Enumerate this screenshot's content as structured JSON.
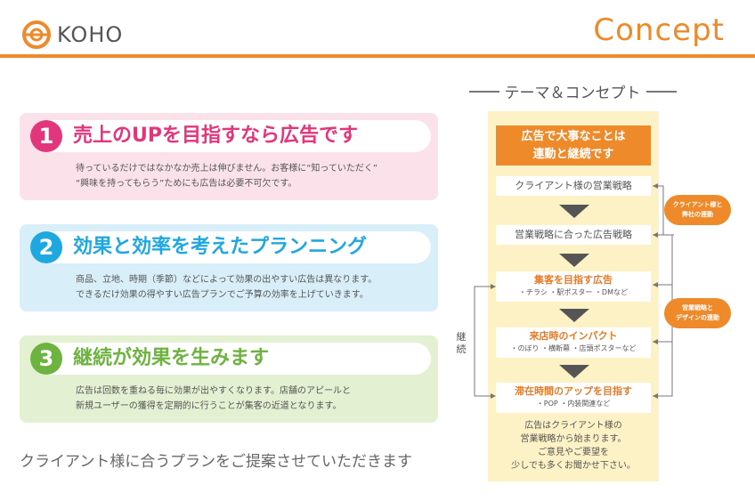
{
  "header": {
    "logo_text": "KOHO",
    "logo_icon": "koho-logo-icon",
    "title": "Concept"
  },
  "colors": {
    "accent": "#ee8a2a",
    "pink": "#e3357b",
    "blue": "#1fa8e0",
    "green": "#6cb33f"
  },
  "cards": [
    {
      "number": "1",
      "title": "売上のUPを目指すなら広告です",
      "lines": [
        "待っているだけではなかなか売上は伸びません。お客様に“知っていただく”",
        "“興味を持ってもらう”ためにも広告は必要不可欠です。"
      ]
    },
    {
      "number": "2",
      "title": "効果と効率を考えたプランニング",
      "lines": [
        "商品、立地、時期（季節）などによって効果の出やすい広告は異なります。",
        "できるだけ効果の得やすい広告プランでご予算の効率を上げていきます。"
      ]
    },
    {
      "number": "3",
      "title": "継続が効果を生みます",
      "lines": [
        "広告は回数を重ねる毎に効果が出やすくなります。店舗のアピールと",
        "新規ユーザーの獲得を定期的に行うことが集客の近道となります。"
      ]
    }
  ],
  "bottom_text": "クライアント様に合うプランをご提案させていただきます",
  "panel": {
    "title": "テーマ＆コンセプト",
    "head_line1": "広告で大事なことは",
    "head_line2": "連動と継続です",
    "steps": [
      {
        "main": "クライアント様の営業戦略"
      },
      {
        "main": "営業戦略に合った広告戦略"
      },
      {
        "main": "集客を目指す広告",
        "sub": "・チラシ ・駅ポスター ・DMなど"
      },
      {
        "main": "来店時のインパクト",
        "sub": "・のぼり ・横断幕 ・店頭ポスターなど"
      },
      {
        "main": "滞在時間のアップを目指す",
        "sub": "・POP ・内装関連など"
      }
    ],
    "note_lines": [
      "広告はクライアント様の",
      "営業戦略から始まります。",
      "ご意見やご要望を",
      "少しでも多くお聞かせ下さい。"
    ],
    "side_label": "継続",
    "bubble1_line1": "クライアント様と",
    "bubble1_line2": "弊社の連動",
    "bubble2_line1": "営業戦略と",
    "bubble2_line2": "デザインの連動"
  }
}
